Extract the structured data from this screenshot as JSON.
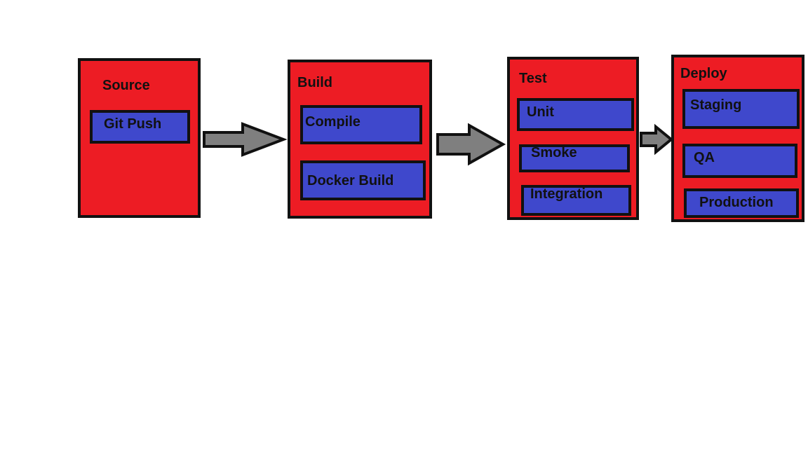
{
  "colors": {
    "stage_fill": "#ed1c24",
    "step_fill": "#3f48cc",
    "arrow_fill": "#7f7f7f",
    "outline": "#111111"
  },
  "stages": [
    {
      "title": "Source",
      "steps": [
        "Git Push"
      ]
    },
    {
      "title": "Build",
      "steps": [
        "Compile",
        "Docker Build"
      ]
    },
    {
      "title": "Test",
      "steps": [
        "Unit",
        "Smoke",
        "Integration"
      ]
    },
    {
      "title": "Deploy",
      "steps": [
        "Staging",
        "QA",
        "Production"
      ]
    }
  ]
}
